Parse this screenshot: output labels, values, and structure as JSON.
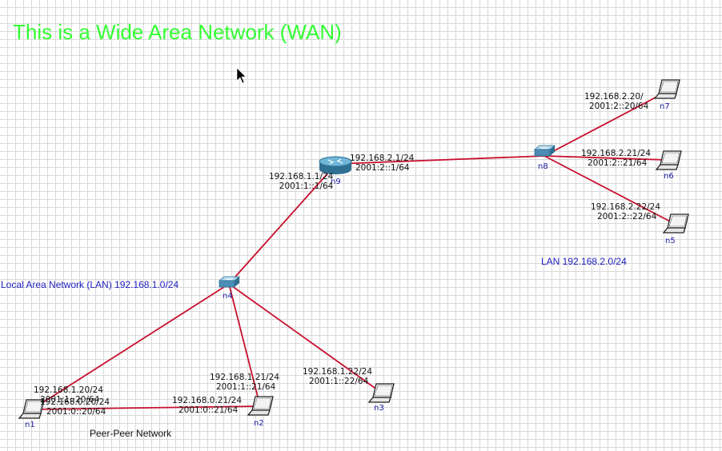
{
  "title": "This is a Wide Area Network (WAN)",
  "annotations": {
    "lan1": "Local Area Network (LAN) 192.168.1.0/24",
    "lan2": "LAN 192.168.2.0/24",
    "p2p": "Peer-Peer Network"
  },
  "nodes": {
    "n1": "n1",
    "n2": "n2",
    "n3": "n3",
    "n4": "n4",
    "n5": "n5",
    "n6": "n6",
    "n7": "n7",
    "n8": "n8",
    "n9": "n9"
  },
  "addresses": {
    "n9_a": [
      "192.168.1.1/24",
      "2001:1::1/64"
    ],
    "n9_b": [
      "192.168.2.1/24",
      "2001:2::1/64"
    ],
    "n7": [
      "192.168.2.20/",
      "2001:2::20/64"
    ],
    "n6": [
      "192.168.2.21/24",
      "2001:2::21/64"
    ],
    "n5": [
      "192.168.2.22/24",
      "2001:2::22/64"
    ],
    "n1_a": [
      "192.168.1.20/24",
      "2001:1::20/64"
    ],
    "n1_b": [
      "192.168.0.20/24",
      "2001:0::20/64"
    ],
    "n2_a": [
      "192.168.1.21/24",
      "2001:1::21/64"
    ],
    "n2_b": [
      "192.168.0.21/24",
      "2001:0::21/64"
    ],
    "n3": [
      "192.168.1.22/24",
      "2001:1::22/64"
    ]
  },
  "colors": {
    "link": "#c8102e",
    "title": "#33ff33",
    "node_label": "#1a1aa6",
    "net_label": "#2020c0"
  },
  "icons": {
    "router": "router-icon",
    "switch": "switch-icon",
    "host": "laptop-icon",
    "pointer": "mouse-pointer-icon"
  }
}
